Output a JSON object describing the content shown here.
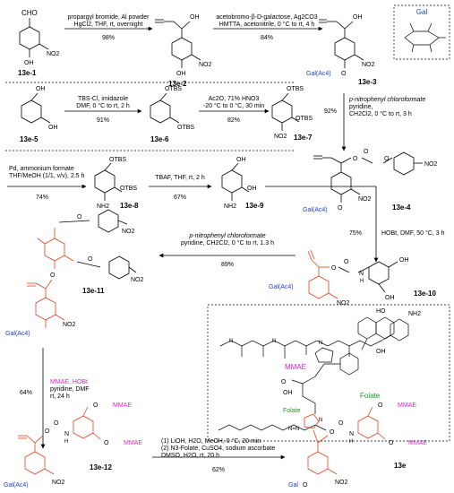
{
  "colors": {
    "ink": "#000000",
    "blue": "#1f3fbf",
    "red": "#e2401c",
    "magenta": "#e01fd0",
    "green": "#1a9b2a"
  },
  "compounds": {
    "c1": "13e-1",
    "c2": "13e-2",
    "c3": "13e-3",
    "c4": "13e-4",
    "c5": "13e-5",
    "c6": "13e-6",
    "c7": "13e-7",
    "c8": "13e-8",
    "c9": "13e-9",
    "c10": "13e-10",
    "c11": "13e-11",
    "c12": "13e-12",
    "final": "13e"
  },
  "fragments": {
    "cho": "CHO",
    "oh": "OH",
    "no2": "NO2",
    "nh2": "NH2",
    "otbs": "OTBS",
    "gal_ac": "Gal(Ac4)",
    "gal": "Gal",
    "gal_box": "Gal",
    "mmae": "MMAE",
    "folate": "Folate",
    "folate_short": "Folate",
    "n": "N",
    "h": "H",
    "o": "O",
    "ho": "HO",
    "nhn": "N=N"
  },
  "steps": {
    "s1": {
      "line1": "propargyl bromide, Al powder",
      "line2": "HgCl2, THF,  rt, overnight",
      "yield": "98%"
    },
    "s2": {
      "line1": "acetobromo-β-D-galactose, Ag2CO3",
      "line2": "HMTTA, acetonitrile, 0 °C to rt, 4 h",
      "yield": "84%"
    },
    "s3": {
      "line1": "p-nitrophenyl chloroformate",
      "line2": "pyridine,",
      "line3": "CH2Cl2, 0 °C to rt, 3 h",
      "yield": "92%"
    },
    "s4": {
      "line1": "TBS-Cl, imidazole",
      "line2": "DMF, 0 °C to rt, 2 h",
      "yield": "91%"
    },
    "s5": {
      "line1": "Ac2O, 71% HNO3",
      "line2": "-20 °C to 0 °C, 30 min",
      "yield": "82%"
    },
    "s6": {
      "line1": "Pd, ammonium formate",
      "line2": "THF/MeOH (1/1, v/v), 2.5 h",
      "yield": "74%"
    },
    "s7": {
      "line1": "TBAF, THF, rt, 2 h",
      "yield": "67%"
    },
    "s8": {
      "line1": "HOBt, DMF, 50 °C, 3 h",
      "yield": "75%"
    },
    "s9": {
      "line1": "p-nitrophenyl chloroformate",
      "line2": "pyridine, CH2Cl2, 0 °C to rt, 1.3 h",
      "yield": "89%"
    },
    "s10": {
      "line1": "MMAE, HOBt",
      "line2": "pyridine, DMF",
      "line3": "rt, 24 h",
      "yield": "64%"
    },
    "s11": {
      "line1": "(1) LiOH, H2O, MeOH, 0 °C, 20 min",
      "line2": "(2) N3-Folate, CuSO4, sodium ascorbate",
      "line3": "DMSO, H2O, rt, 20 h",
      "yield": "62%"
    }
  }
}
